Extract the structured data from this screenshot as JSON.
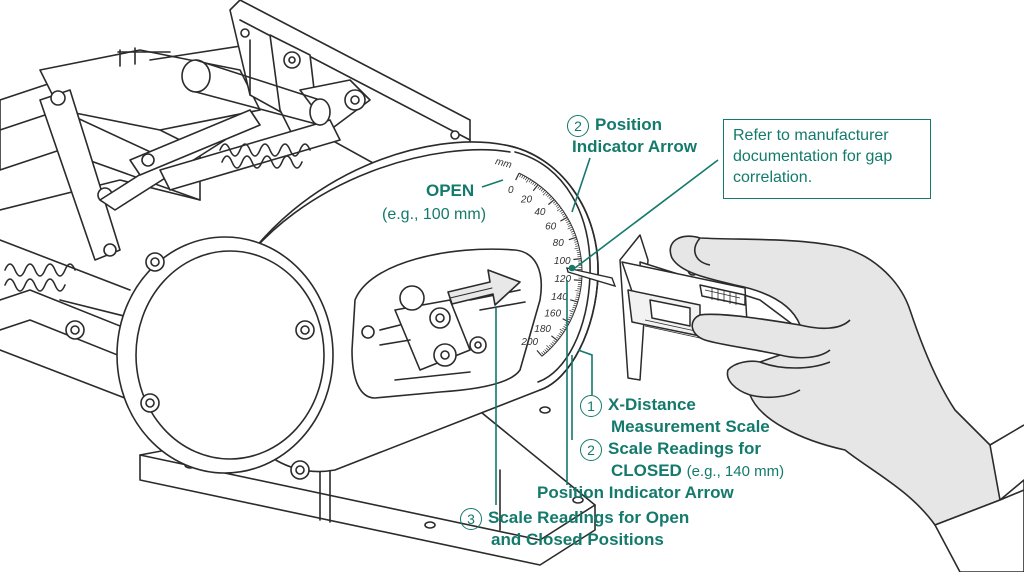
{
  "scale": {
    "unit": "mm",
    "ticks": [
      "0",
      "20",
      "40",
      "60",
      "80",
      "100",
      "120",
      "140",
      "160",
      "180",
      "200"
    ]
  },
  "labels": {
    "open_title": "OPEN",
    "open_example": "(e.g., 100 mm)",
    "pos_arrow_top_num": "2",
    "pos_arrow_top_line1": "Position",
    "pos_arrow_top_line2": "Indicator Arrow",
    "note": "Refer to manufacturer documentation for gap correlation.",
    "xdist_num": "1",
    "xdist_line1": "X-Distance",
    "xdist_line2": "Measurement Scale",
    "closed_num": "2",
    "closed_line1": "Scale Readings for",
    "closed_title": "CLOSED",
    "closed_example": "(e.g., 140 mm)",
    "pos_arrow_bottom": "Position Indicator Arrow",
    "readings_num": "3",
    "readings_line1": "Scale Readings for Open",
    "readings_line2": "and Closed Positions"
  },
  "colors": {
    "accent": "#137a6c",
    "line": "#2b2b2b",
    "glove": "#e6e6e6"
  },
  "icons": {
    "caliper": "digital-caliper",
    "hand": "gloved-hand"
  }
}
